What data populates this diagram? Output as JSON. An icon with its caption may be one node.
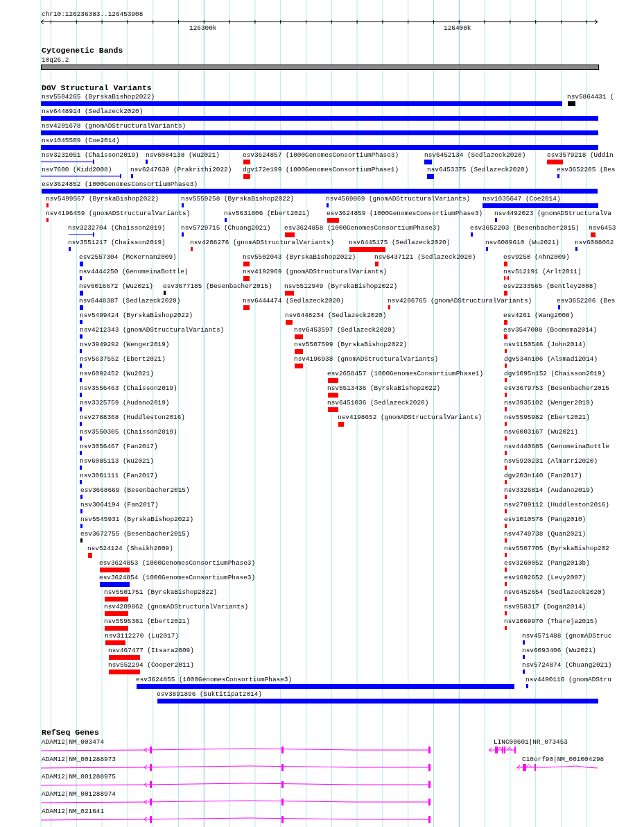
{
  "diagram": {
    "nodes": [
      {
        "text": [
          "10q26.2"
        ]
      },
      {
        "text": [
          "nsv5504265 (ByrskaBishop2022)"
        ]
      },
      {
        "text": [
          "nsv5864431 ("
        ]
      },
      {
        "text": [
          "nsv6448914 (Sedlazeck2020)"
        ]
      },
      {
        "text": [
          "nsv4201678 (gnomADStructuralVariants)"
        ]
      },
      {
        "text": [
          "nsv1045509 (Coe2014)"
        ]
      },
      {
        "text": [
          "nsv3231051 (Chaisson2019)"
        ]
      },
      {
        "text": [
          "nsv6084138 (Wu2021)"
        ]
      },
      {
        "text": [
          "esv3624857 (1000GenomesConsortiumPhase3)"
        ]
      },
      {
        "text": [
          "nsv6452134 (Sedlazeck2020)"
        ]
      },
      {
        "text": [
          "esv3579218 (Uddin"
        ]
      },
      {
        "text": [
          "nsv7600 (Kidd2008)"
        ]
      },
      {
        "text": [
          "nsv6247639 (Prakrithi2022)"
        ]
      },
      {
        "text": [
          "dgv172e199 (1000GenomesConsortiumPhase1)"
        ]
      },
      {
        "text": [
          "nsv6453375 (Sedlazeck2020)"
        ]
      },
      {
        "text": [
          "esv3652205 (Bes"
        ]
      },
      {
        "text": [
          "esv3624852 (1000GenomesConsortiumPhase3)"
        ]
      },
      {
        "text": [
          "nsv5499567 (ByrskaBishop2022)"
        ]
      },
      {
        "text": [
          "nsv5559258 (ByrskaBishop2022)"
        ]
      },
      {
        "text": [
          "nsv4569869 (gnomADStructuralVariants)"
        ]
      },
      {
        "text": [
          "nsv1035647 (Coe2014)"
        ]
      },
      {
        "text": [
          "nsv4196459 (gnomADStructuralVariants)"
        ]
      },
      {
        "text": [
          "nsv5631806 (Ebert2021)"
        ]
      },
      {
        "text": [
          "esv3624859 (1000GenomesConsortiumPhase3)"
        ]
      },
      {
        "text": [
          "nsv4492023 (gnomADStructuralVa"
        ]
      },
      {
        "text": [
          "nsv3232704 (Chaisson2019)"
        ]
      },
      {
        "text": [
          "nsv5729715 (Chuang2021)"
        ]
      },
      {
        "text": [
          "esv3624858 (1000GenomesConsortiumPhase3)"
        ]
      },
      {
        "text": [
          "esv3652203 (Besenbacher2015)"
        ]
      },
      {
        "text": [
          "nsv6453"
        ]
      },
      {
        "text": [
          "nsv3551217 (Chaisson2019)"
        ]
      },
      {
        "text": [
          "nsv4208276 (gnomADStructuralVariants)"
        ]
      },
      {
        "text": [
          "nsv6445175 (Sedlazeck2020)"
        ]
      },
      {
        "text": [
          "nsv6089610 (Wu2021)"
        ]
      },
      {
        "text": [
          "nsv6088062"
        ]
      },
      {
        "text": [
          "esv2557304 (McKernan2009)"
        ]
      },
      {
        "text": [
          "nsv5502043 (ByrskaBishop2022)"
        ]
      },
      {
        "text": [
          "nsv6437121 (Sedlazeck2020)"
        ]
      },
      {
        "text": [
          "esv9250 (Ahn2009)"
        ]
      },
      {
        "text": [
          "nsv4444250 (GenomeinaBottle)"
        ]
      },
      {
        "text": [
          "nsv4192969 (gnomADStructuralVariants)"
        ]
      },
      {
        "text": [
          "nsv512191 (Arlt2011)"
        ]
      },
      {
        "text": [
          "nsv6016672 (Wu2021)"
        ]
      },
      {
        "text": [
          "esv3677185 (Besenbacher2015)"
        ]
      },
      {
        "text": [
          "nsv5512949 (ByrskaBishop2022)"
        ]
      },
      {
        "text": [
          "esv2233565 (Bentley2008)"
        ]
      },
      {
        "text": [
          "nsv6448387 (Sedlazeck2020)"
        ]
      },
      {
        "text": [
          "nsv6444474 (Sedlazeck2020)"
        ]
      },
      {
        "text": [
          "nsv4206765 (gnomADStructuralVariants)"
        ]
      },
      {
        "text": [
          "esv3652206 (Bes"
        ]
      },
      {
        "text": [
          "nsv5499424 (ByrskaBishop2022)"
        ]
      },
      {
        "text": [
          "nsv6448234 (Sedlazeck2020)"
        ]
      },
      {
        "text": [
          "esv4261 (Wang2008)"
        ]
      },
      {
        "text": [
          "nsv4212343 (gnomADStructuralVariants)"
        ]
      },
      {
        "text": [
          "nsv6453597 (Sedlazeck2020)"
        ]
      },
      {
        "text": [
          "esv3547008 (Boomsma2014)"
        ]
      },
      {
        "text": [
          "nsv3949292 (Wenger2019)"
        ]
      },
      {
        "text": [
          "nsv5507599 (ByrskaBishop2022)"
        ]
      },
      {
        "text": [
          "nsv1150546 (John2014)"
        ]
      },
      {
        "text": [
          "nsv5637552 (Ebert2021)"
        ]
      },
      {
        "text": [
          "nsv4196938 (gnomADStructuralVariants)"
        ]
      },
      {
        "text": [
          "dgv534n106 (Alsmadi2014)"
        ]
      },
      {
        "text": [
          "nsv6092452 (Wu2021)"
        ]
      },
      {
        "text": [
          "esv2658457 (1000GenomesConsortiumPhase1)"
        ]
      },
      {
        "text": [
          "dgv1095n152 (Chaisson2019)"
        ]
      },
      {
        "text": [
          "nsv3556463 (Chaisson2019)"
        ]
      },
      {
        "text": [
          "nsv5513436 (ByrskaBishop2022)"
        ]
      },
      {
        "text": [
          "esv3679753 (Besenbacher2015"
        ]
      },
      {
        "text": [
          "nsv3325759 (Audano2019)"
        ]
      },
      {
        "text": [
          "nsv6451036 (Sedlazeck2020)"
        ]
      },
      {
        "text": [
          "nsv3935102 (Wenger2019)"
        ]
      },
      {
        "text": [
          "nsv2788368 (Huddleston2016)"
        ]
      },
      {
        "text": [
          "nsv4198652 (gnomADStructuralVariants)"
        ]
      },
      {
        "text": [
          "nsv5595982 (Ebert2021)"
        ]
      },
      {
        "text": [
          "nsv3550305 (Chaisson2019)"
        ]
      },
      {
        "text": [
          "nsv6003167 (Wu2021)"
        ]
      },
      {
        "text": [
          "nsv3056467 (Fan2017)"
        ]
      },
      {
        "text": [
          "nsv4440685 (GenomeinaBottle"
        ]
      },
      {
        "text": [
          "nsv6085113 (Wu2021)"
        ]
      },
      {
        "text": [
          "nsv5920231 (Almarri2020)"
        ]
      },
      {
        "text": [
          "nsv3061111 (Fan2017)"
        ]
      },
      {
        "text": [
          "dgv203n140 (Fan2017)"
        ]
      },
      {
        "text": [
          "esv3668669 (Besenbacher2015)"
        ]
      },
      {
        "text": [
          "nsv3326814 (Audano2019)"
        ]
      },
      {
        "text": [
          "nsv3064194 (Fan2017)"
        ]
      },
      {
        "text": [
          "nsv2789112 (Huddleston2016)"
        ]
      },
      {
        "text": [
          "nsv5545931 (ByrskaBishop2022)"
        ]
      },
      {
        "text": [
          "esv1010578 (Pang2010)"
        ]
      },
      {
        "text": [
          "esv3672755 (Besenbacher2015)"
        ]
      },
      {
        "text": [
          "nsv4749738 (Quan2021)"
        ]
      },
      {
        "text": [
          "nsv524124 (Shaikh2009)"
        ]
      },
      {
        "text": [
          "nsv5507705 (ByrskaBishop202"
        ]
      },
      {
        "text": [
          "esv3624853 (1000GenomesConsortiumPhase3)"
        ]
      },
      {
        "text": [
          "esv3260052 (Pang2013b)"
        ]
      },
      {
        "text": [
          "esv3624854 (1000GenomesConsortiumPhase3)"
        ]
      },
      {
        "text": [
          "esv1692652 (Levy2007)"
        ]
      },
      {
        "text": [
          "nsv5501751 (ByrskaBishop2022)"
        ]
      },
      {
        "text": [
          "nsv6452654 (Sedlazeck2020)"
        ]
      },
      {
        "text": [
          "nsv4209862 (gnomADStructuralVariants)"
        ]
      },
      {
        "text": [
          "nsv958317 (Dogan2014)"
        ]
      },
      {
        "text": [
          "nsv5595361 (Ebert2021)"
        ]
      },
      {
        "text": [
          "nsv1069970 (Thareja2015)"
        ]
      },
      {
        "text": [
          "nsv3112270 (Lu2017)"
        ]
      },
      {
        "text": [
          "nsv4571488 (gnomADStruc"
        ]
      },
      {
        "text": [
          "nsv467477 (Itsara2009)"
        ]
      },
      {
        "text": [
          "nsv6093406 (Wu2021)"
        ]
      },
      {
        "text": [
          "nsv552294 (Cooper2011)"
        ]
      },
      {
        "text": [
          "nsv5724874 (Chuang2021)"
        ]
      },
      {
        "text": [
          "esv3624855 (1000GenomesConsortiumPhase3)"
        ]
      },
      {
        "text": [
          "nsv4490116 (gnomADStru"
        ]
      },
      {
        "text": [
          "esv3891896 (Suktitipat2014)"
        ]
      },
      {
        "text": [
          "ADAM12|NM_003474"
        ]
      },
      {
        "text": [
          "LINC00601|NR_073453"
        ]
      },
      {
        "text": [
          "ADAM12|NM_001288973"
        ]
      },
      {
        "text": [
          "C10orf90|NM_001004298"
        ]
      },
      {
        "text": [
          "ADAM12|NM_001288975"
        ]
      },
      {
        "text": [
          "ADAM12|NM_001288974"
        ]
      },
      {
        "text": [
          "ADAM12|NM_021641"
        ]
      }
    ],
    "labels": [
      "chr10:126236383..126453908",
      "126300k",
      "126400k",
      "Cytogenetic Bands",
      "DGV Structural Variants",
      "RefSeq Genes"
    ]
  }
}
